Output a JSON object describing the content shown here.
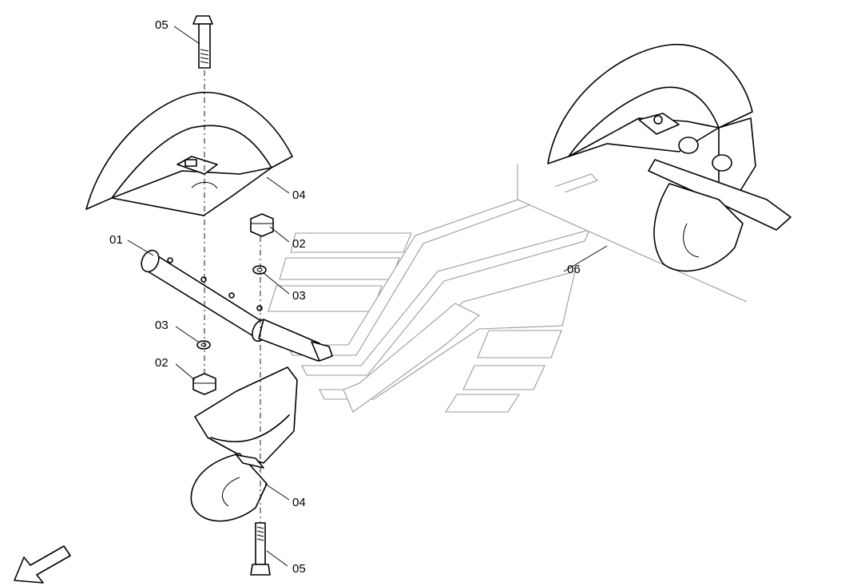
{
  "callouts": {
    "c05_top": "05",
    "c04_top": "04",
    "c01": "01",
    "c02_right": "02",
    "c03_right": "03",
    "c03_left": "03",
    "c02_left": "02",
    "c04_bottom": "04",
    "c05_bottom": "05",
    "c06": "06"
  },
  "icons": {
    "direction": "arrow-down-left-icon",
    "watermark": "brand-watermark"
  },
  "colors": {
    "line": "#000000",
    "watermark": "#9a9a9a",
    "background": "#ffffff"
  }
}
